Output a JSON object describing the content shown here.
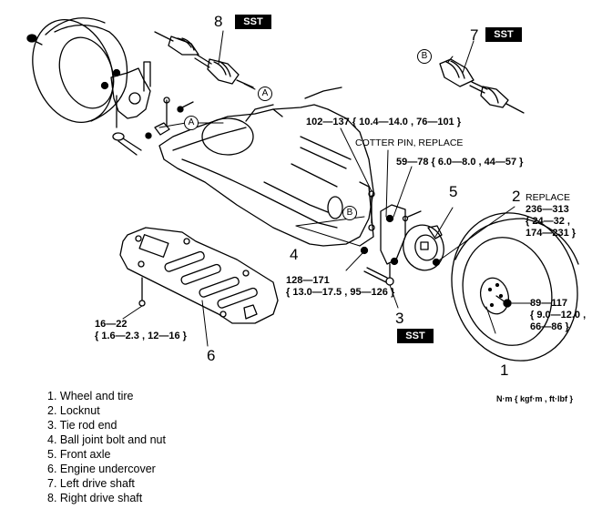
{
  "diagram": {
    "title": "Front axle removal exploded view",
    "callouts": {
      "c1": "1",
      "c2": "2",
      "c3": "3",
      "c4": "4",
      "c5": "5",
      "c6": "6",
      "c7": "7",
      "c8": "8"
    },
    "sst_label": "SST",
    "ref_a": "A",
    "ref_b": "B",
    "notes": {
      "replace": "REPLACE",
      "cotter_pin": "COTTER PIN, REPLACE"
    },
    "torques": {
      "balljoint_upper": "102—137 { 10.4—14.0 , 76—101 }",
      "cotter_nut": "59—78 { 6.0—8.0 , 44—57 }",
      "locknut_l1": "236—313",
      "locknut_l2": "{ 24—32 ,",
      "locknut_l3": "174—231 }",
      "balljoint_l1": "128—171",
      "balljoint_l2": "{ 13.0—17.5 , 95—126 }",
      "wheel_l1": "89—117",
      "wheel_l2": "{ 9.0—12.0 ,",
      "wheel_l3": "66—86 }",
      "undercover_l1": "16—22",
      "undercover_l2": "{ 1.6—2.3 , 12—16 }"
    },
    "units": "N·m { kgf·m , ft·lbf }"
  },
  "legend": [
    "1. Wheel and tire",
    "2. Locknut",
    "3. Tie rod end",
    "4. Ball joint bolt and nut",
    "5. Front axle",
    "6. Engine undercover",
    "7. Left drive shaft",
    "8. Right drive shaft"
  ]
}
